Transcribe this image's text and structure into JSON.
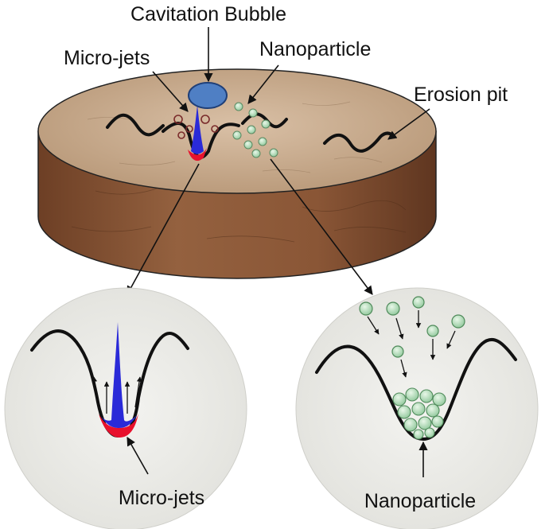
{
  "labels": {
    "cavitation_bubble": "Cavitation Bubble",
    "micro_jets_top": "Micro-jets",
    "nanoparticle_top": "Nanoparticle",
    "erosion_pit": "Erosion pit",
    "micro_jets_bottom": "Micro-jets",
    "nanoparticle_bottom": "Nanoparticle"
  },
  "colors": {
    "cylinder_side": "#8a5a3a",
    "cylinder_top": "#c9ab8e",
    "bubble": "#4f7fc4",
    "jet": "#2a2ad8",
    "erosion": "#e8112d",
    "nanoparticle": "#b8e0b8",
    "inset_background": "#ededea"
  }
}
